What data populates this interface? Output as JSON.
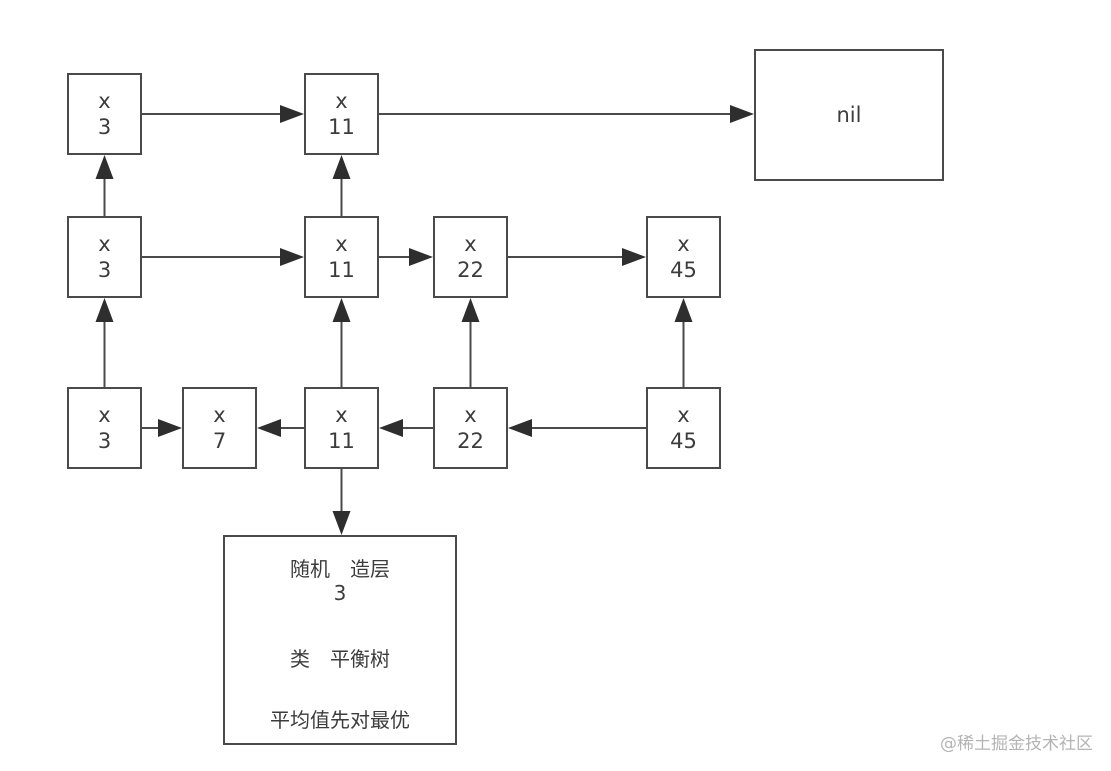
{
  "nodes": [
    {
      "id": "l2-3",
      "label": "x",
      "value": "3"
    },
    {
      "id": "l2-11",
      "label": "x",
      "value": "11"
    },
    {
      "id": "nil",
      "label": "nil"
    },
    {
      "id": "l1-3",
      "label": "x",
      "value": "3"
    },
    {
      "id": "l1-11",
      "label": "x",
      "value": "11"
    },
    {
      "id": "l1-22",
      "label": "x",
      "value": "22"
    },
    {
      "id": "l1-45",
      "label": "x",
      "value": "45"
    },
    {
      "id": "l0-3",
      "label": "x",
      "value": "3"
    },
    {
      "id": "l0-7",
      "label": "x",
      "value": "7"
    },
    {
      "id": "l0-11",
      "label": "x",
      "value": "11"
    },
    {
      "id": "l0-22",
      "label": "x",
      "value": "22"
    },
    {
      "id": "l0-45",
      "label": "x",
      "value": "45"
    }
  ],
  "edges": [
    {
      "from": "l2-3",
      "to": "l2-11"
    },
    {
      "from": "l2-11",
      "to": "nil"
    },
    {
      "from": "l1-3",
      "to": "l1-11"
    },
    {
      "from": "l1-11",
      "to": "l1-22"
    },
    {
      "from": "l1-22",
      "to": "l1-45"
    },
    {
      "from": "l1-3",
      "to": "l2-3"
    },
    {
      "from": "l1-11",
      "to": "l2-11"
    },
    {
      "from": "l0-3",
      "to": "l1-3"
    },
    {
      "from": "l0-11",
      "to": "l1-11"
    },
    {
      "from": "l0-22",
      "to": "l1-22"
    },
    {
      "from": "l0-45",
      "to": "l1-45"
    },
    {
      "from": "l0-3",
      "to": "l0-7"
    },
    {
      "from": "l0-11",
      "to": "l0-7"
    },
    {
      "from": "l0-22",
      "to": "l0-11"
    },
    {
      "from": "l0-45",
      "to": "l0-22"
    },
    {
      "from": "l0-11",
      "to": "note"
    }
  ],
  "note": {
    "lines": [
      "随机　造层",
      "3",
      "类　平衡树",
      "平均值先对最优"
    ]
  },
  "watermark": "@稀土掘金技术社区",
  "colors": {
    "stroke": "#4a4a4a",
    "text": "#3c3c3c",
    "watermark": "#b4b4b4"
  }
}
